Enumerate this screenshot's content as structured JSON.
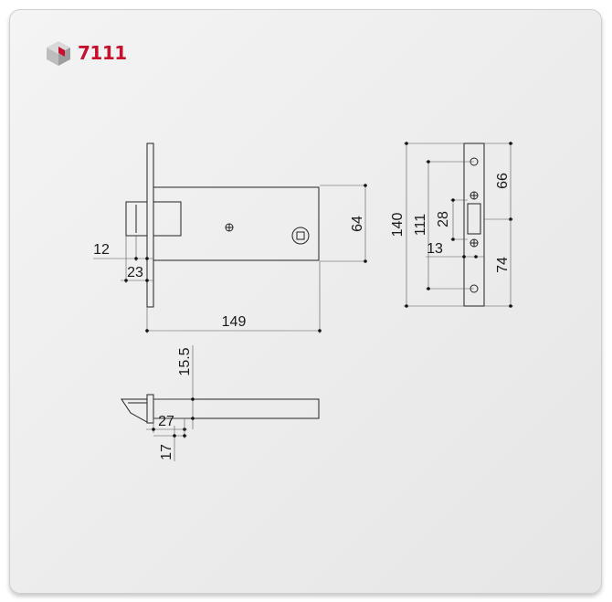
{
  "product": {
    "code": "7111",
    "brand_color": "#c8102e"
  },
  "dimensions": {
    "backset_12": "12",
    "backset_23": "23",
    "body_length": "149",
    "body_height": "64",
    "strike_total": "140",
    "strike_holes": "111",
    "strike_opening": "28",
    "strike_width": "13",
    "strike_upper": "66",
    "strike_lower": "74",
    "latch_thickness": "15.5",
    "latch_27": "27",
    "latch_17": "17"
  }
}
